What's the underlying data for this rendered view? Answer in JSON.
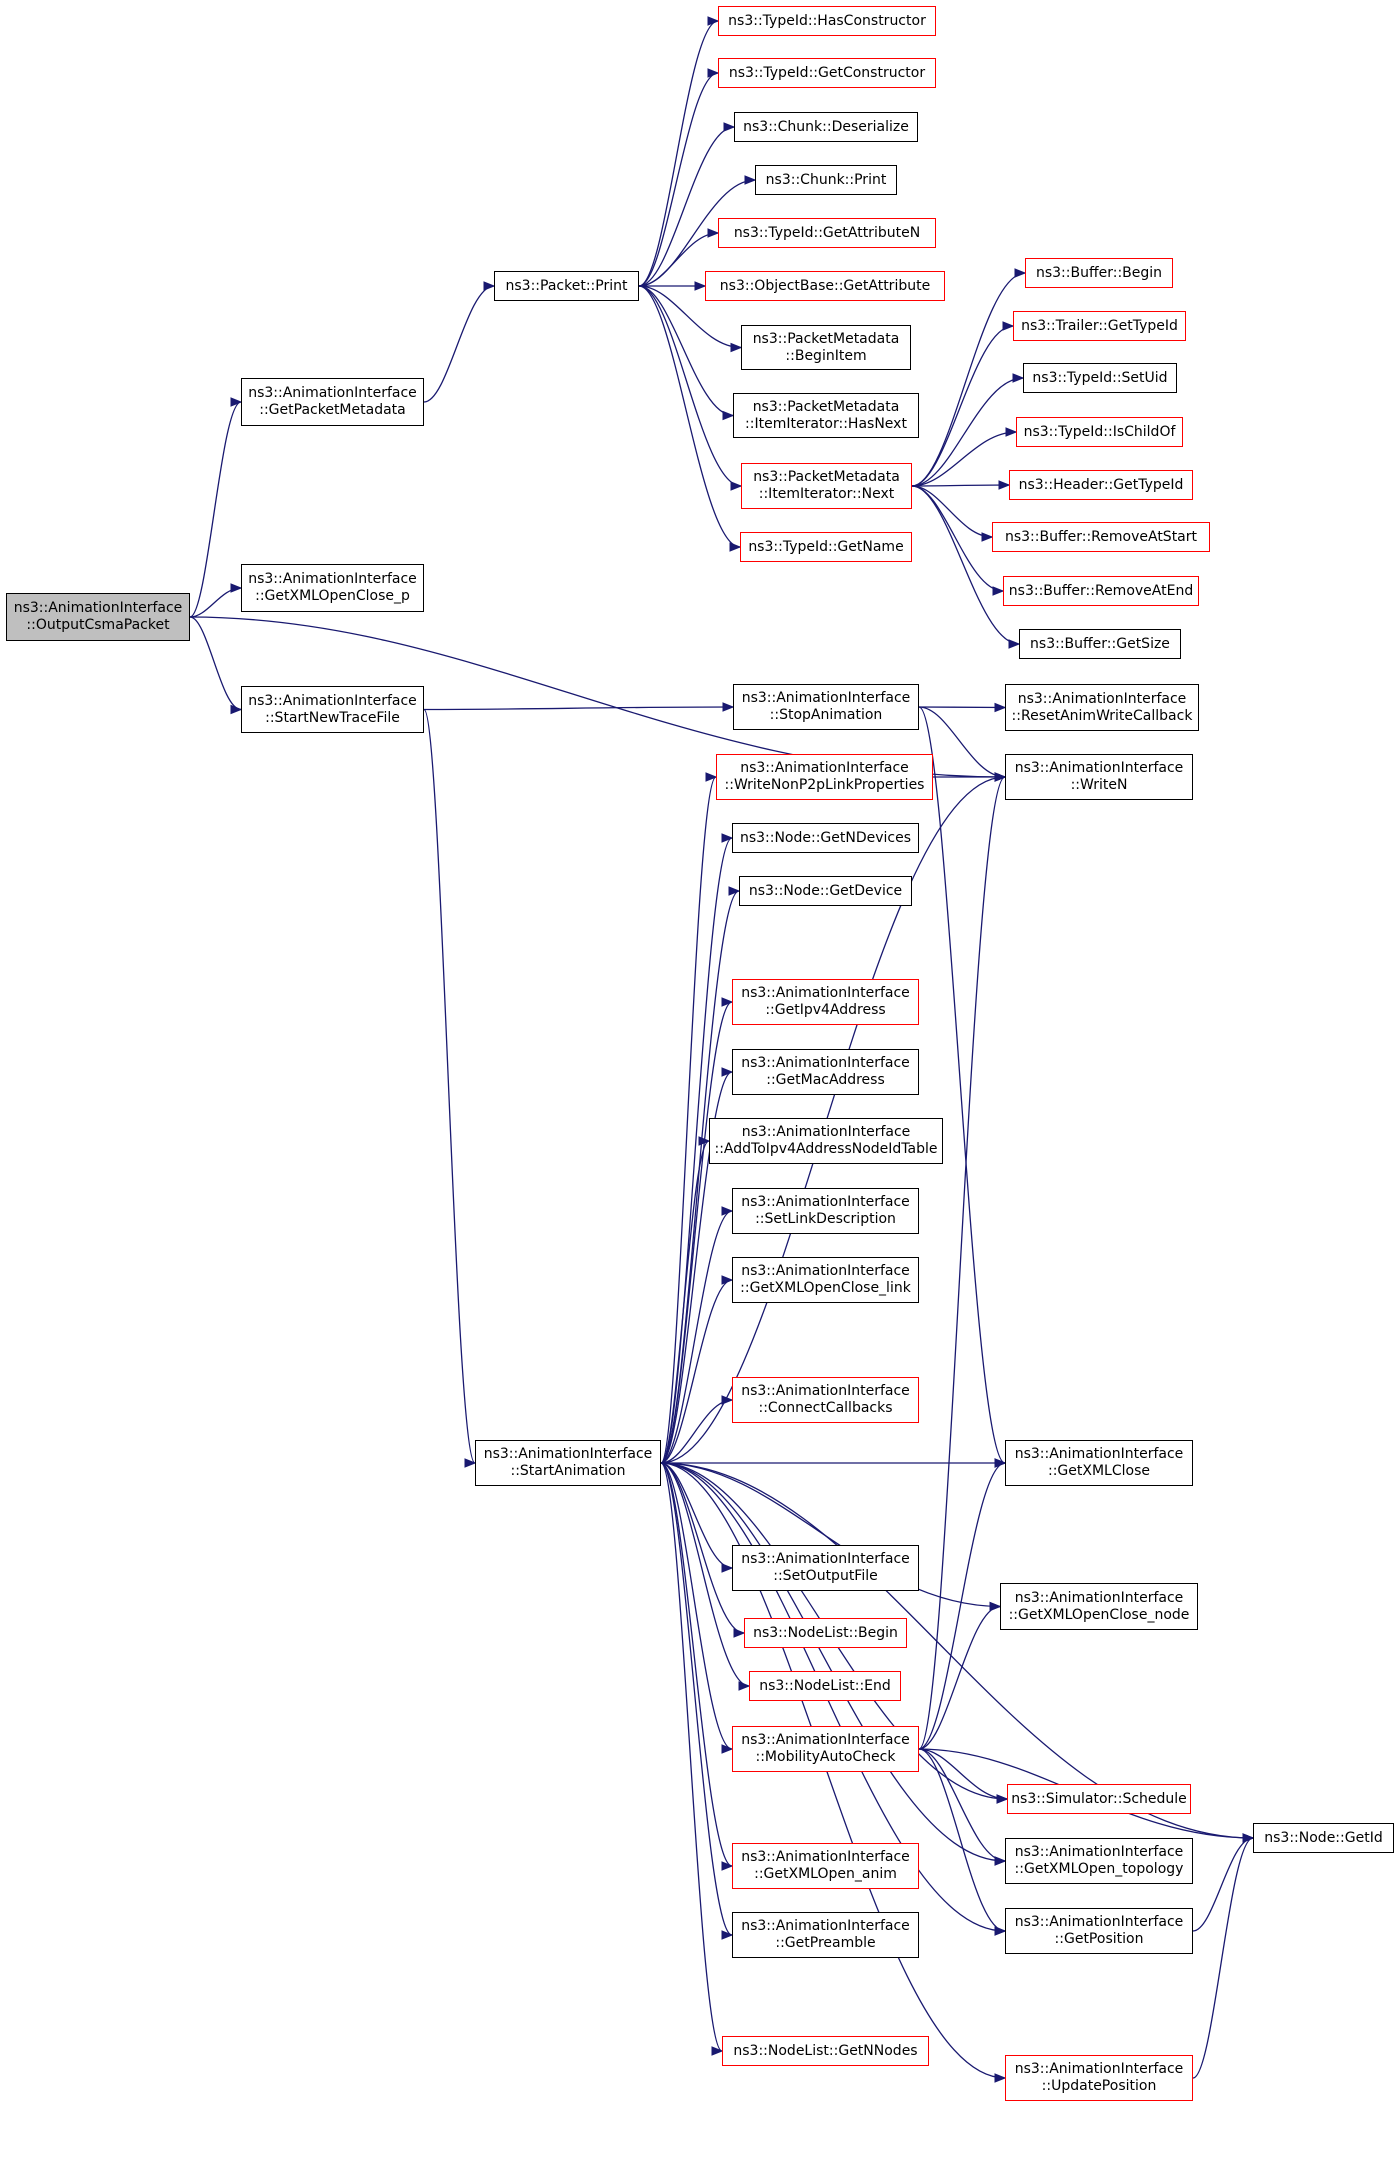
{
  "graph": {
    "edge_color": "#191970",
    "highlight_border_color": "#ff0000",
    "root_fill": "#bfbfbf",
    "nodes": [
      {
        "id": "root",
        "lines": [
          "ns3::AnimationInterface",
          "::OutputCsmaPacket"
        ],
        "style": "root"
      },
      {
        "id": "getpm",
        "lines": [
          "ns3::AnimationInterface",
          "::GetPacketMetadata"
        ],
        "style": "normal"
      },
      {
        "id": "getxmlp",
        "lines": [
          "ns3::AnimationInterface",
          "::GetXMLOpenClose_p"
        ],
        "style": "normal"
      },
      {
        "id": "sntf",
        "lines": [
          "ns3::AnimationInterface",
          "::StartNewTraceFile"
        ],
        "style": "normal"
      },
      {
        "id": "pprint",
        "lines": [
          "ns3::Packet::Print"
        ],
        "style": "normal"
      },
      {
        "id": "hascons",
        "lines": [
          "ns3::TypeId::HasConstructor"
        ],
        "style": "red"
      },
      {
        "id": "getcons",
        "lines": [
          "ns3::TypeId::GetConstructor"
        ],
        "style": "red"
      },
      {
        "id": "cdeser",
        "lines": [
          "ns3::Chunk::Deserialize"
        ],
        "style": "normal"
      },
      {
        "id": "cprint",
        "lines": [
          "ns3::Chunk::Print"
        ],
        "style": "normal"
      },
      {
        "id": "getattrn",
        "lines": [
          "ns3::TypeId::GetAttributeN"
        ],
        "style": "red"
      },
      {
        "id": "obgetattr",
        "lines": [
          "ns3::ObjectBase::GetAttribute"
        ],
        "style": "red"
      },
      {
        "id": "pmbegin",
        "lines": [
          "ns3::PacketMetadata",
          "::BeginItem"
        ],
        "style": "normal"
      },
      {
        "id": "pmhasnext",
        "lines": [
          "ns3::PacketMetadata",
          "::ItemIterator::HasNext"
        ],
        "style": "normal"
      },
      {
        "id": "pmnext",
        "lines": [
          "ns3::PacketMetadata",
          "::ItemIterator::Next"
        ],
        "style": "red"
      },
      {
        "id": "getname",
        "lines": [
          "ns3::TypeId::GetName"
        ],
        "style": "red"
      },
      {
        "id": "bbegin",
        "lines": [
          "ns3::Buffer::Begin"
        ],
        "style": "red"
      },
      {
        "id": "trailer",
        "lines": [
          "ns3::Trailer::GetTypeId"
        ],
        "style": "red"
      },
      {
        "id": "setuid",
        "lines": [
          "ns3::TypeId::SetUid"
        ],
        "style": "normal"
      },
      {
        "id": "ischild",
        "lines": [
          "ns3::TypeId::IsChildOf"
        ],
        "style": "red"
      },
      {
        "id": "header",
        "lines": [
          "ns3::Header::GetTypeId"
        ],
        "style": "red"
      },
      {
        "id": "rmstart",
        "lines": [
          "ns3::Buffer::RemoveAtStart"
        ],
        "style": "red"
      },
      {
        "id": "rmend",
        "lines": [
          "ns3::Buffer::RemoveAtEnd"
        ],
        "style": "red"
      },
      {
        "id": "bsize",
        "lines": [
          "ns3::Buffer::GetSize"
        ],
        "style": "normal"
      },
      {
        "id": "stopanim",
        "lines": [
          "ns3::AnimationInterface",
          "::StopAnimation"
        ],
        "style": "normal"
      },
      {
        "id": "resetcb",
        "lines": [
          "ns3::AnimationInterface",
          "::ResetAnimWriteCallback"
        ],
        "style": "normal"
      },
      {
        "id": "writen",
        "lines": [
          "ns3::AnimationInterface",
          "::WriteN"
        ],
        "style": "normal"
      },
      {
        "id": "wnp2p",
        "lines": [
          "ns3::AnimationInterface",
          "::WriteNonP2pLinkProperties"
        ],
        "style": "red"
      },
      {
        "id": "getndev",
        "lines": [
          "ns3::Node::GetNDevices"
        ],
        "style": "normal"
      },
      {
        "id": "getdev",
        "lines": [
          "ns3::Node::GetDevice"
        ],
        "style": "normal"
      },
      {
        "id": "getipv4",
        "lines": [
          "ns3::AnimationInterface",
          "::GetIpv4Address"
        ],
        "style": "red"
      },
      {
        "id": "getmac",
        "lines": [
          "ns3::AnimationInterface",
          "::GetMacAddress"
        ],
        "style": "normal"
      },
      {
        "id": "addipv4",
        "lines": [
          "ns3::AnimationInterface",
          "::AddToIpv4AddressNodeIdTable"
        ],
        "style": "normal"
      },
      {
        "id": "setlink",
        "lines": [
          "ns3::AnimationInterface",
          "::SetLinkDescription"
        ],
        "style": "normal"
      },
      {
        "id": "xmllink",
        "lines": [
          "ns3::AnimationInterface",
          "::GetXMLOpenClose_link"
        ],
        "style": "normal"
      },
      {
        "id": "conncb",
        "lines": [
          "ns3::AnimationInterface",
          "::ConnectCallbacks"
        ],
        "style": "red"
      },
      {
        "id": "startanim",
        "lines": [
          "ns3::AnimationInterface",
          "::StartAnimation"
        ],
        "style": "normal"
      },
      {
        "id": "xmlclose",
        "lines": [
          "ns3::AnimationInterface",
          "::GetXMLClose"
        ],
        "style": "normal"
      },
      {
        "id": "setout",
        "lines": [
          "ns3::AnimationInterface",
          "::SetOutputFile"
        ],
        "style": "normal"
      },
      {
        "id": "xmlnode",
        "lines": [
          "ns3::AnimationInterface",
          "::GetXMLOpenClose_node"
        ],
        "style": "normal"
      },
      {
        "id": "nlbegin",
        "lines": [
          "ns3::NodeList::Begin"
        ],
        "style": "red"
      },
      {
        "id": "nlend",
        "lines": [
          "ns3::NodeList::End"
        ],
        "style": "red"
      },
      {
        "id": "mobcheck",
        "lines": [
          "ns3::AnimationInterface",
          "::MobilityAutoCheck"
        ],
        "style": "red"
      },
      {
        "id": "simsched",
        "lines": [
          "ns3::Simulator::Schedule"
        ],
        "style": "red"
      },
      {
        "id": "nodegetid",
        "lines": [
          "ns3::Node::GetId"
        ],
        "style": "normal"
      },
      {
        "id": "xmlanim",
        "lines": [
          "ns3::AnimationInterface",
          "::GetXMLOpen_anim"
        ],
        "style": "red"
      },
      {
        "id": "xmltopo",
        "lines": [
          "ns3::AnimationInterface",
          "::GetXMLOpen_topology"
        ],
        "style": "normal"
      },
      {
        "id": "preamble",
        "lines": [
          "ns3::AnimationInterface",
          "::GetPreamble"
        ],
        "style": "normal"
      },
      {
        "id": "getpos",
        "lines": [
          "ns3::AnimationInterface",
          "::GetPosition"
        ],
        "style": "normal"
      },
      {
        "id": "nlgetn",
        "lines": [
          "ns3::NodeList::GetNNodes"
        ],
        "style": "red"
      },
      {
        "id": "updpos",
        "lines": [
          "ns3::AnimationInterface",
          "::UpdatePosition"
        ],
        "style": "red"
      }
    ],
    "edges": [
      [
        "root",
        "getpm"
      ],
      [
        "root",
        "getxmlp"
      ],
      [
        "root",
        "sntf"
      ],
      [
        "root",
        "writen"
      ],
      [
        "getpm",
        "pprint"
      ],
      [
        "pprint",
        "hascons"
      ],
      [
        "pprint",
        "getcons"
      ],
      [
        "pprint",
        "cdeser"
      ],
      [
        "pprint",
        "cprint"
      ],
      [
        "pprint",
        "getattrn"
      ],
      [
        "pprint",
        "obgetattr"
      ],
      [
        "pprint",
        "pmbegin"
      ],
      [
        "pprint",
        "pmhasnext"
      ],
      [
        "pprint",
        "pmnext"
      ],
      [
        "pprint",
        "getname"
      ],
      [
        "pmnext",
        "bbegin"
      ],
      [
        "pmnext",
        "trailer"
      ],
      [
        "pmnext",
        "setuid"
      ],
      [
        "pmnext",
        "ischild"
      ],
      [
        "pmnext",
        "header"
      ],
      [
        "pmnext",
        "rmstart"
      ],
      [
        "pmnext",
        "rmend"
      ],
      [
        "pmnext",
        "bsize"
      ],
      [
        "sntf",
        "stopanim"
      ],
      [
        "sntf",
        "startanim"
      ],
      [
        "stopanim",
        "resetcb"
      ],
      [
        "stopanim",
        "writen"
      ],
      [
        "stopanim",
        "xmlclose"
      ],
      [
        "wnp2p",
        "writen"
      ],
      [
        "startanim",
        "wnp2p"
      ],
      [
        "startanim",
        "getndev"
      ],
      [
        "startanim",
        "getdev"
      ],
      [
        "startanim",
        "writen"
      ],
      [
        "startanim",
        "getipv4"
      ],
      [
        "startanim",
        "getmac"
      ],
      [
        "startanim",
        "addipv4"
      ],
      [
        "startanim",
        "setlink"
      ],
      [
        "startanim",
        "xmllink"
      ],
      [
        "startanim",
        "nodegetid"
      ],
      [
        "startanim",
        "conncb"
      ],
      [
        "startanim",
        "xmlclose"
      ],
      [
        "startanim",
        "setout"
      ],
      [
        "startanim",
        "xmlnode"
      ],
      [
        "startanim",
        "nlbegin"
      ],
      [
        "startanim",
        "nlend"
      ],
      [
        "startanim",
        "mobcheck"
      ],
      [
        "startanim",
        "simsched"
      ],
      [
        "startanim",
        "xmlanim"
      ],
      [
        "startanim",
        "xmltopo"
      ],
      [
        "startanim",
        "preamble"
      ],
      [
        "startanim",
        "getpos"
      ],
      [
        "startanim",
        "nlgetn"
      ],
      [
        "startanim",
        "updpos"
      ],
      [
        "mobcheck",
        "writen"
      ],
      [
        "mobcheck",
        "xmlclose"
      ],
      [
        "mobcheck",
        "xmlnode"
      ],
      [
        "mobcheck",
        "nodegetid"
      ],
      [
        "mobcheck",
        "simsched"
      ],
      [
        "mobcheck",
        "xmltopo"
      ],
      [
        "mobcheck",
        "getpos"
      ],
      [
        "getpos",
        "nodegetid"
      ],
      [
        "updpos",
        "nodegetid"
      ]
    ]
  }
}
